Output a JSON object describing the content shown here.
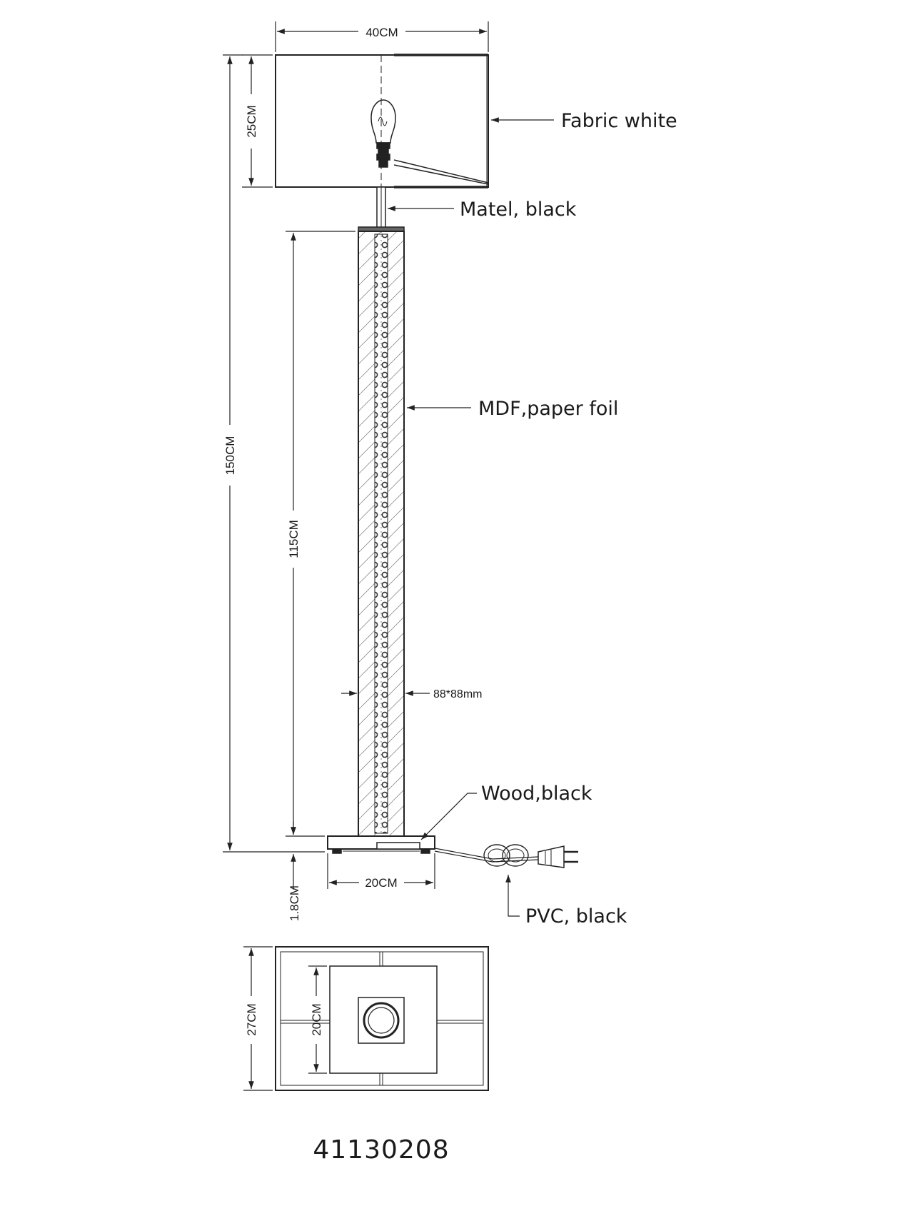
{
  "dimensions": {
    "shade_width": "40CM",
    "shade_height": "25CM",
    "total_height": "150CM",
    "column_height": "115CM",
    "base_width": "20CM",
    "base_thickness": "1.8CM",
    "column_section": "88*88mm",
    "top_view_depth": "27CM",
    "top_view_base": "20CM"
  },
  "callouts": {
    "shade": "Fabric white",
    "stem": "Matel, black",
    "column": "MDF,paper foil",
    "base": "Wood,black",
    "cable": "PVC, black"
  },
  "model_number": "41130208"
}
